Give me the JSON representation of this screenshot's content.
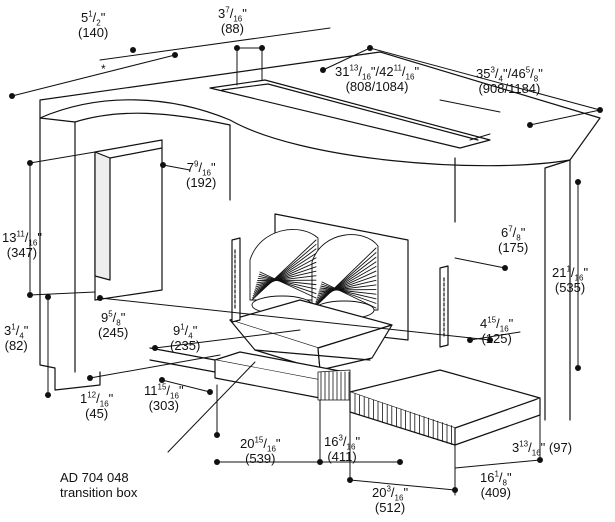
{
  "dimensions": [
    {
      "id": "d1",
      "imperial_html": "5<sup>1</sup>/<sub>2</sub>\"",
      "metric": "(140)"
    },
    {
      "id": "d2",
      "imperial_html": "3<sup>7</sup>/<sub>16</sub>\"",
      "metric": "(88)"
    },
    {
      "id": "d3",
      "imperial_html": "31<sup>13</sup>/<sub>16</sub>\"/42<sup>11</sup>/<sub>16</sub>\"",
      "metric": "(808/1084)"
    },
    {
      "id": "d4",
      "imperial_html": "35<sup>3</sup>/<sub>4</sub>\"/46<sup>5</sup>/<sub>8</sub>\"",
      "metric": "(908/1184)"
    },
    {
      "id": "d5",
      "imperial_html": "7<sup>9</sup>/<sub>16</sub>\"",
      "metric": "(192)"
    },
    {
      "id": "d6",
      "imperial_html": "13<sup>11</sup>/<sub>16</sub>\"",
      "metric": "(347)"
    },
    {
      "id": "d7",
      "imperial_html": "3<sup>1</sup>/<sub>4</sub>\"",
      "metric": "(82)"
    },
    {
      "id": "d8",
      "imperial_html": "6<sup>7</sup>/<sub>8</sub>\"",
      "metric": "(175)"
    },
    {
      "id": "d9",
      "imperial_html": "21<sup>1</sup>/<sub>16</sub>\"",
      "metric": "(535)"
    },
    {
      "id": "d10",
      "imperial_html": "9<sup>5</sup>/<sub>8</sub>\"",
      "metric": "(245)"
    },
    {
      "id": "d11",
      "imperial_html": "9<sup>1</sup>/<sub>4</sub>\"",
      "metric": "(235)"
    },
    {
      "id": "d12",
      "imperial_html": "4<sup>15</sup>/<sub>16</sub>\"",
      "metric": "(125)"
    },
    {
      "id": "d13",
      "imperial_html": "1<sup>12</sup>/<sub>16</sub>\"",
      "metric": "(45)"
    },
    {
      "id": "d14",
      "imperial_html": "11<sup>15</sup>/<sub>16</sub>\"",
      "metric": "(303)"
    },
    {
      "id": "d15",
      "imperial_html": "20<sup>15</sup>/<sub>16</sub>\"",
      "metric": "(539)"
    },
    {
      "id": "d16",
      "imperial_html": "16<sup>3</sup>/<sub>16</sub>\"",
      "metric": "(411)"
    },
    {
      "id": "d17",
      "imperial_html": "3<sup>13</sup>/<sub>16</sub>\" (97)",
      "metric": ""
    },
    {
      "id": "d18",
      "imperial_html": "16<sup>1</sup>/<sub>8</sub>\"",
      "metric": "(409)"
    },
    {
      "id": "d19",
      "imperial_html": "20<sup>3</sup>/<sub>16</sub>\"",
      "metric": "(512)"
    }
  ],
  "asterisk": "*",
  "callout": {
    "line1": "AD 704 048",
    "line2": "transition box"
  }
}
